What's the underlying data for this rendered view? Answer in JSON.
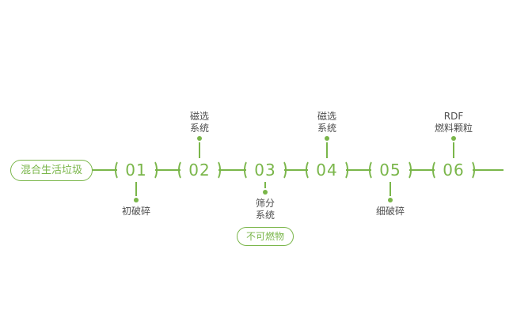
{
  "palette": {
    "green": "#7ab64a",
    "label_text": "#4d4d4d",
    "background": "#ffffff"
  },
  "start_badge": {
    "label": "混合生活垃圾"
  },
  "nodes": [
    {
      "number": "01",
      "position": "below",
      "lines": [
        "初破碎"
      ]
    },
    {
      "number": "02",
      "position": "above",
      "lines": [
        "磁选",
        "系统"
      ]
    },
    {
      "number": "03",
      "position": "below",
      "lines": [
        "筛分",
        "系统"
      ],
      "badge": "不可燃物"
    },
    {
      "number": "04",
      "position": "above",
      "lines": [
        "磁选",
        "系统"
      ]
    },
    {
      "number": "05",
      "position": "below",
      "lines": [
        "细破碎"
      ]
    },
    {
      "number": "06",
      "position": "above",
      "lines": [
        "RDF",
        "燃料颗粒"
      ]
    }
  ]
}
